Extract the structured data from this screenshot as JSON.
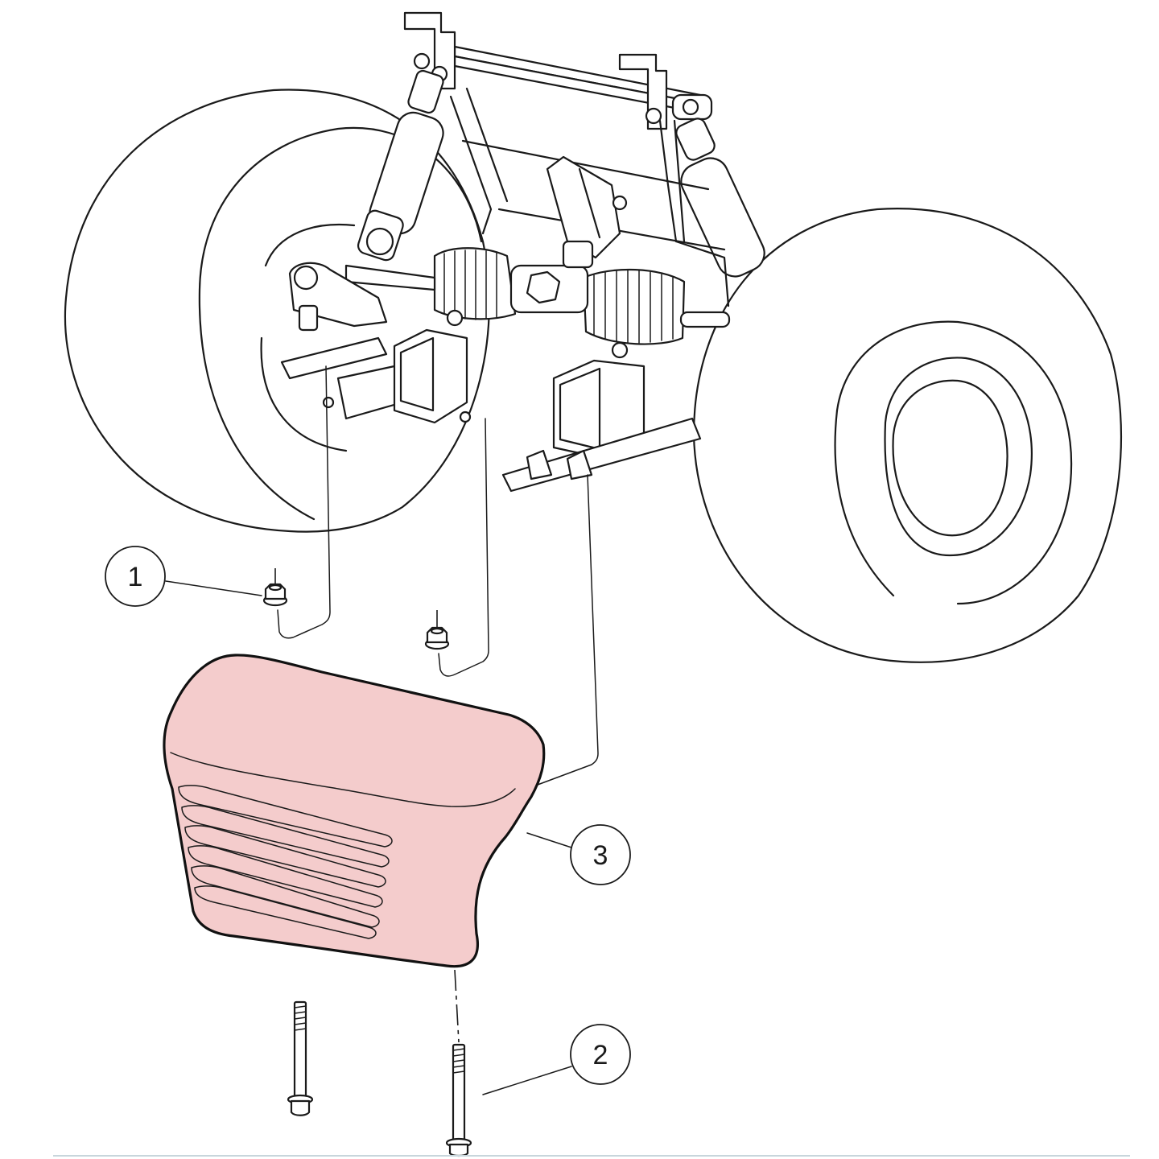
{
  "colors": {
    "line": "#1a1a1a",
    "highlight_fill": "#f4cccc",
    "background": "#ffffff",
    "bottom_rule": "#c8d6dc"
  },
  "callouts": [
    {
      "id": "callout-1",
      "label": "1",
      "part": "flange-nut"
    },
    {
      "id": "callout-2",
      "label": "2",
      "part": "bolt"
    },
    {
      "id": "callout-3",
      "label": "3",
      "part": "front-cover"
    }
  ]
}
